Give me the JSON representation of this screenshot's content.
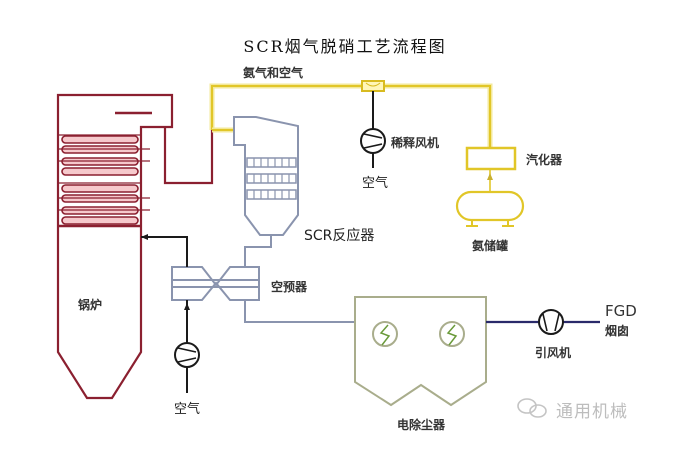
{
  "title": "SCR烟气脱硝工艺流程图",
  "colors": {
    "boiler": "#8b2030",
    "boiler_fill": "#f6c9cc",
    "ammonia_line": "#e8d23a",
    "ammonia_glow": "#f3e89a",
    "flue_gray": "#8a94ae",
    "air_line": "#1a1a1a",
    "esp_outline": "#a9ad8c",
    "esp_symbol": "#6a9a3a",
    "induced_line": "#2a2a6a",
    "watermark": "#bdbdbd"
  },
  "labels": {
    "ammonia_air": "氨气和空气",
    "dilution_fan": "稀释风机",
    "air_top": "空气",
    "vaporizer": "汽化器",
    "ammonia_tank": "氨储罐",
    "scr_reactor": "SCR反应器",
    "air_preheater": "空预器",
    "boiler": "锅炉",
    "air_bottom": "空气",
    "esp": "电除尘器",
    "id_fan": "引风机",
    "fgd": "FGD",
    "chimney": "烟囱"
  },
  "watermark": {
    "icon": "wechat-icon",
    "text": "通用机械"
  }
}
